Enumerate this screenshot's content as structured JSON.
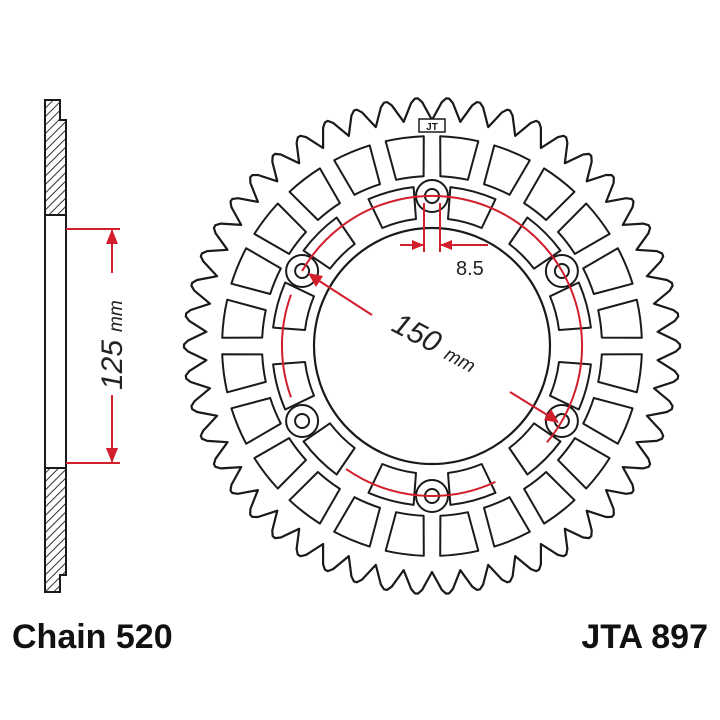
{
  "colors": {
    "outline": "#1a1a1a",
    "dimension": "#d21e2b",
    "hatch": "#333333",
    "background": "#ffffff"
  },
  "labels": {
    "chain": "Chain 520",
    "part_number": "JTA 897",
    "logo": "JT"
  },
  "dimensions": {
    "hub_width": {
      "value": "125",
      "unit": "mm"
    },
    "bolt_circle": {
      "value": "150",
      "unit": "mm"
    },
    "bolt_hole": {
      "value": "8.5"
    }
  },
  "sprocket": {
    "teeth": 50,
    "bolt_holes": 6,
    "spokes": 12
  }
}
